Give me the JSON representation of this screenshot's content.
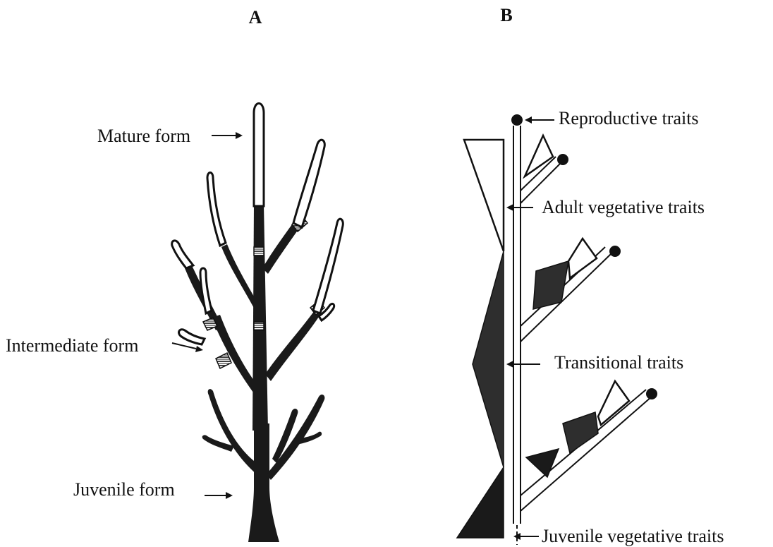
{
  "panels": {
    "a": {
      "letter": "A",
      "labels": {
        "mature": "Mature form",
        "intermediate": "Intermediate form",
        "juvenile": "Juvenile form"
      }
    },
    "b": {
      "letter": "B",
      "labels": {
        "reproductive": "Reproductive traits",
        "adult": "Adult vegetative traits",
        "transitional": "Transitional traits",
        "juvenile": "Juvenile vegetative traits"
      }
    }
  },
  "colors": {
    "ink": "#111111",
    "dark_fill": "#1a1a1a",
    "mid_fill": "#3a3a3a",
    "background": "#ffffff"
  }
}
